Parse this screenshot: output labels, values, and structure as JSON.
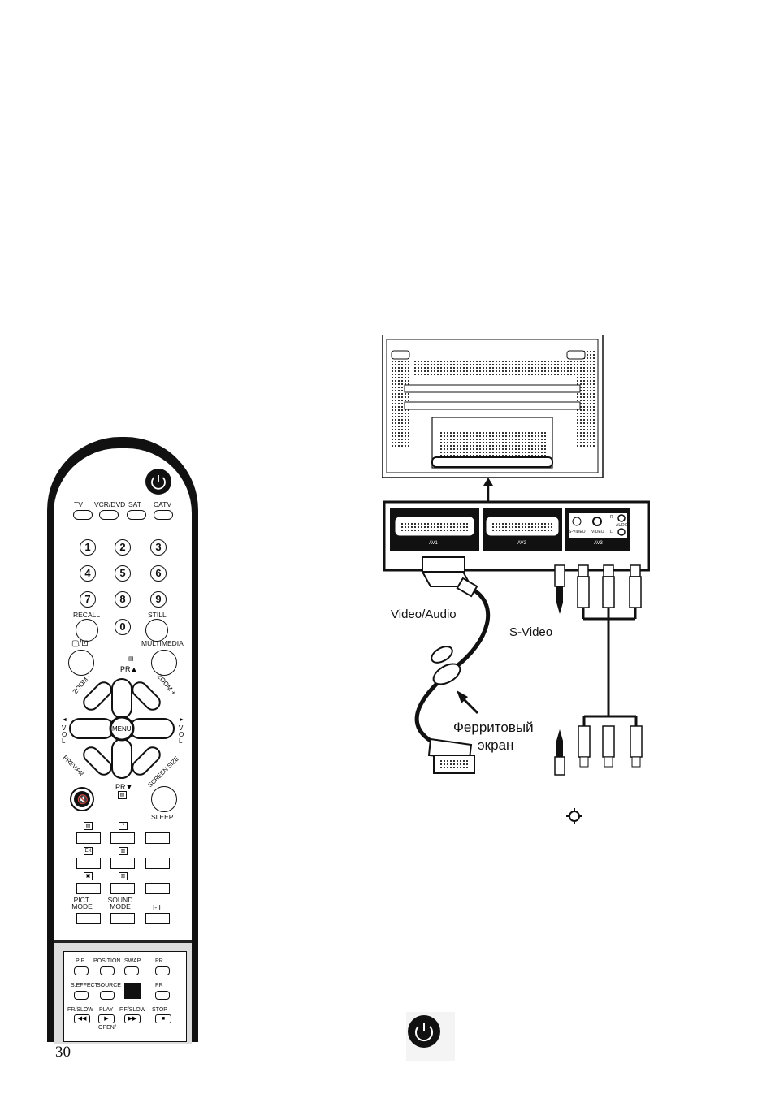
{
  "page_number": "30",
  "remote": {
    "source_buttons": [
      "TV",
      "VCR/DVD",
      "SAT",
      "CATV"
    ],
    "digits": [
      "1",
      "2",
      "3",
      "4",
      "5",
      "6",
      "7",
      "8",
      "9",
      "0"
    ],
    "recall": "RECALL",
    "still": "STILL",
    "multimedia": "MULTIMEDIA",
    "pr_up": "PR",
    "pr_down": "PR",
    "zoom_minus": "ZOOM -",
    "zoom_plus": "ZOOM +",
    "vol_left": "VOL",
    "vol_right": "VOL",
    "menu": "MENU",
    "prev_pr": "PREV.PR",
    "screen_size": "SCREEN SIZE",
    "sleep": "SLEEP",
    "pict_mode": "PICT. MODE",
    "sound_mode": "SOUND MODE",
    "i_ii": "I-II",
    "drawer": {
      "pip": "PIP",
      "position": "POSITION",
      "swap": "SWAP",
      "pr": "PR",
      "pr2": "PR",
      "s_effect": "S.EFFECT",
      "source": "SOURCE",
      "fr_slow": "FR/SLOW",
      "play": "PLAY",
      "ff_slow": "F.F/SLOW",
      "stop": "STOP",
      "open": "OPEN/"
    }
  },
  "diagram": {
    "av1": "AV1",
    "av2": "AV2",
    "av3": "AV3",
    "svideo_port": "S-VIDEO",
    "video_port": "VIDEO",
    "audio_port": "AUDIO",
    "r": "R",
    "l": "L",
    "label_video_audio": "Video/Audio",
    "label_svideo": "S-Video",
    "label_ferrite_1": "Ферритовый",
    "label_ferrite_2": "экран"
  }
}
